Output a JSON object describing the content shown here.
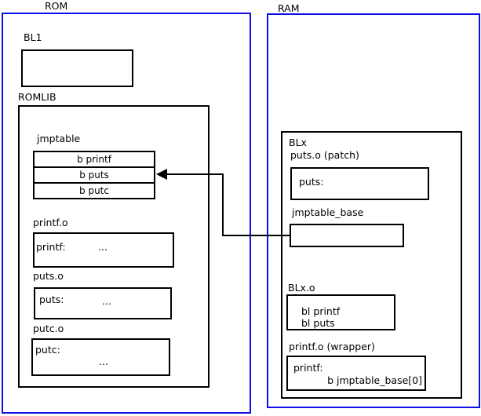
{
  "rom": {
    "title": "ROM",
    "bl1_label": "BL1",
    "romlib_label": "ROMLIB",
    "jmptable": {
      "label": "jmptable",
      "rows": [
        "b printf",
        "b puts",
        "b putc"
      ]
    },
    "objects": [
      {
        "label": "printf.o",
        "symbol": "printf:",
        "body": "..."
      },
      {
        "label": "puts.o",
        "symbol": "puts:",
        "body": "..."
      },
      {
        "label": "putc.o",
        "symbol": "putc:",
        "body": "..."
      }
    ]
  },
  "ram": {
    "title": "RAM",
    "blx_label": "BLx",
    "puts_patch": {
      "label": "puts.o (patch)",
      "symbol": "puts:"
    },
    "jmptable_base_label": "jmptable_base",
    "blx_o": {
      "label": "BLx.o",
      "lines": [
        "bl printf",
        "bl puts"
      ]
    },
    "printf_wrapper": {
      "label": "printf.o (wrapper)",
      "symbol": "printf:",
      "body": "b jmptable_base[0]"
    }
  },
  "colors": {
    "frame_blue": "#0f0fe8",
    "line_black": "#000000"
  }
}
